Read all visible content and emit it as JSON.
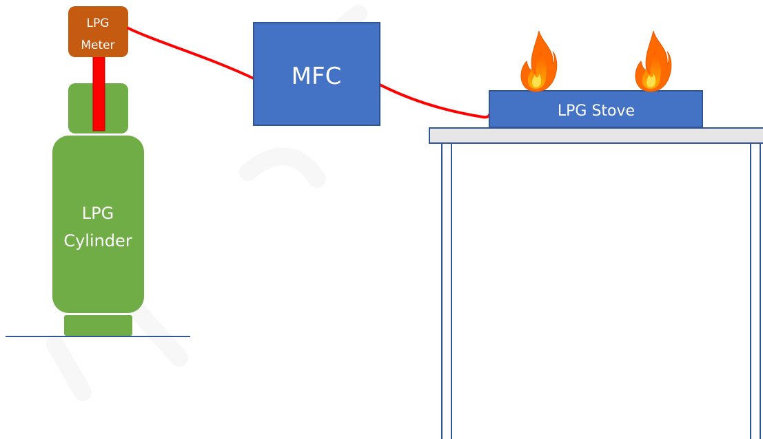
{
  "diagram": {
    "meter_label_line1": "LPG",
    "meter_label_line2": "Meter",
    "mfc_label": "MFC",
    "stove_label": "LPG Stove",
    "cylinder_label_line1": "LPG",
    "cylinder_label_line2": "Cylinder"
  },
  "colors": {
    "cylinder": "#70ad47",
    "meter": "#c55a11",
    "mfc": "#4472c4",
    "stove": "#4472c4",
    "pipe": "#ff0000",
    "table_top": "#e7e6e6",
    "table_edge": "#2f5597",
    "ground_line": "#2f5597"
  },
  "icons": [
    "flame-icon",
    "flame-icon"
  ]
}
